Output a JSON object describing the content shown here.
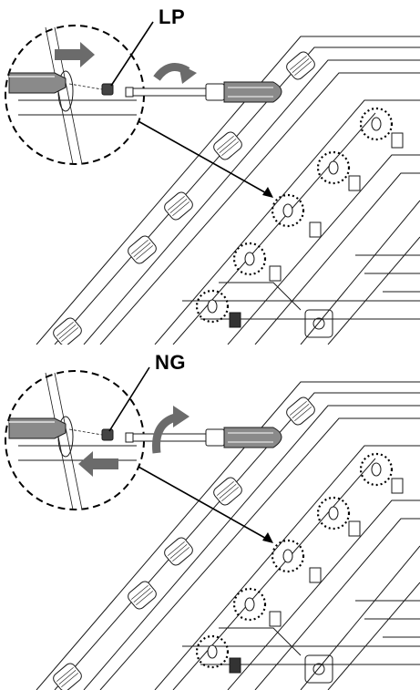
{
  "panels": [
    {
      "id": "lp",
      "label": "LP",
      "rotation": "clockwise",
      "arrow_direction": "right"
    },
    {
      "id": "ng",
      "label": "NG",
      "rotation": "counterclockwise",
      "arrow_direction": "left"
    }
  ],
  "colors": {
    "line": "#1a1a1a",
    "grill_fill": "#ffffff",
    "knob_fill": "#8a8a8a",
    "arrow_fill": "#6b6b6b",
    "highlight": "#000000"
  },
  "icons": [
    "screwdriver-icon",
    "rotation-arrow-icon",
    "direction-arrow-icon",
    "gas-orifice-icon"
  ]
}
